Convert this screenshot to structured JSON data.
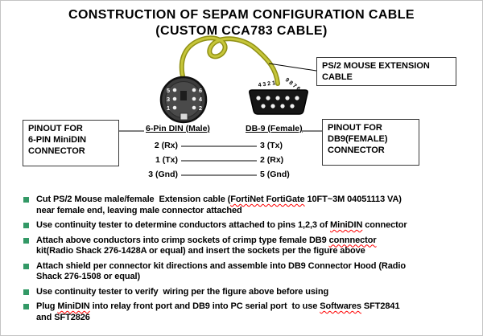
{
  "title": {
    "line1": "CONSTRUCTION OF SEPAM CONFIGURATION CABLE",
    "line2": "(CUSTOM CCA783 CABLE)"
  },
  "diagram": {
    "ps2_label": {
      "line1": "PS/2 MOUSE EXTENSION",
      "line2": "CABLE"
    },
    "minidin_pinout_label": {
      "line1": "PINOUT FOR",
      "line2": "6-PIN MiniDIN",
      "line3": "CONNECTOR"
    },
    "db9_pinout_label": {
      "line1": "PINOUT FOR",
      "line2": "DB9(FEMALE)",
      "line3": "CONNECTOR"
    },
    "din_caption": "6-Pin DIN  (Male)",
    "db9_caption": "DB-9 (Female)",
    "minidin_pins_left": [
      "5",
      "3",
      "1"
    ],
    "minidin_pins_right": [
      "6",
      "4",
      "2"
    ],
    "db9_pin_numbers_top": "4 3 2 1",
    "db9_pin_numbers_bottom": "9 8 7 6",
    "pin_map": [
      {
        "din": "2 (Rx)",
        "db9": "3 (Tx)"
      },
      {
        "din": "1 (Tx)",
        "db9": "2 (Rx)"
      },
      {
        "din": "3 (Gnd)",
        "db9": "5 (Gnd)"
      }
    ]
  },
  "colors": {
    "bullet": "#339966",
    "misspell": "#ff0000",
    "cable_dark": "#8f8f14",
    "cable_light": "#c6c63a"
  },
  "bullets": [
    [
      {
        "t": "Cut PS/2 Mouse male/female  Extension cable ("
      },
      {
        "t": "FortiNet FortiGate",
        "wavy": true
      },
      {
        "t": " 10FT~3M 04051113 VA)\nnear female end, leaving male connector attached"
      }
    ],
    [
      {
        "t": "Use continuity tester to determine conductors attached to pins 1,2,3 of "
      },
      {
        "t": "MiniDIN",
        "wavy": true
      },
      {
        "t": " connector"
      }
    ],
    [
      {
        "t": "Attach above conductors into crimp sockets of crimp type female DB9 "
      },
      {
        "t": "connnector",
        "wavy": true
      },
      {
        "t": "\nkit(Radio Shack 276-1428A or equal) and insert the sockets per the figure above"
      }
    ],
    [
      {
        "t": "Attach shield per connector kit directions and assemble into DB9 Connector Hood (Radio\nShack 276-1508 or equal)"
      }
    ],
    [
      {
        "t": "Use continuity tester to verify  wiring per the figure above before using"
      }
    ],
    [
      {
        "t": "Plug "
      },
      {
        "t": "MiniDIN",
        "wavy": true
      },
      {
        "t": " into relay front port and DB9 into PC serial port  to use "
      },
      {
        "t": "Softwares",
        "wavy": true
      },
      {
        "t": " SFT2841\nand SFT2826"
      }
    ]
  ]
}
